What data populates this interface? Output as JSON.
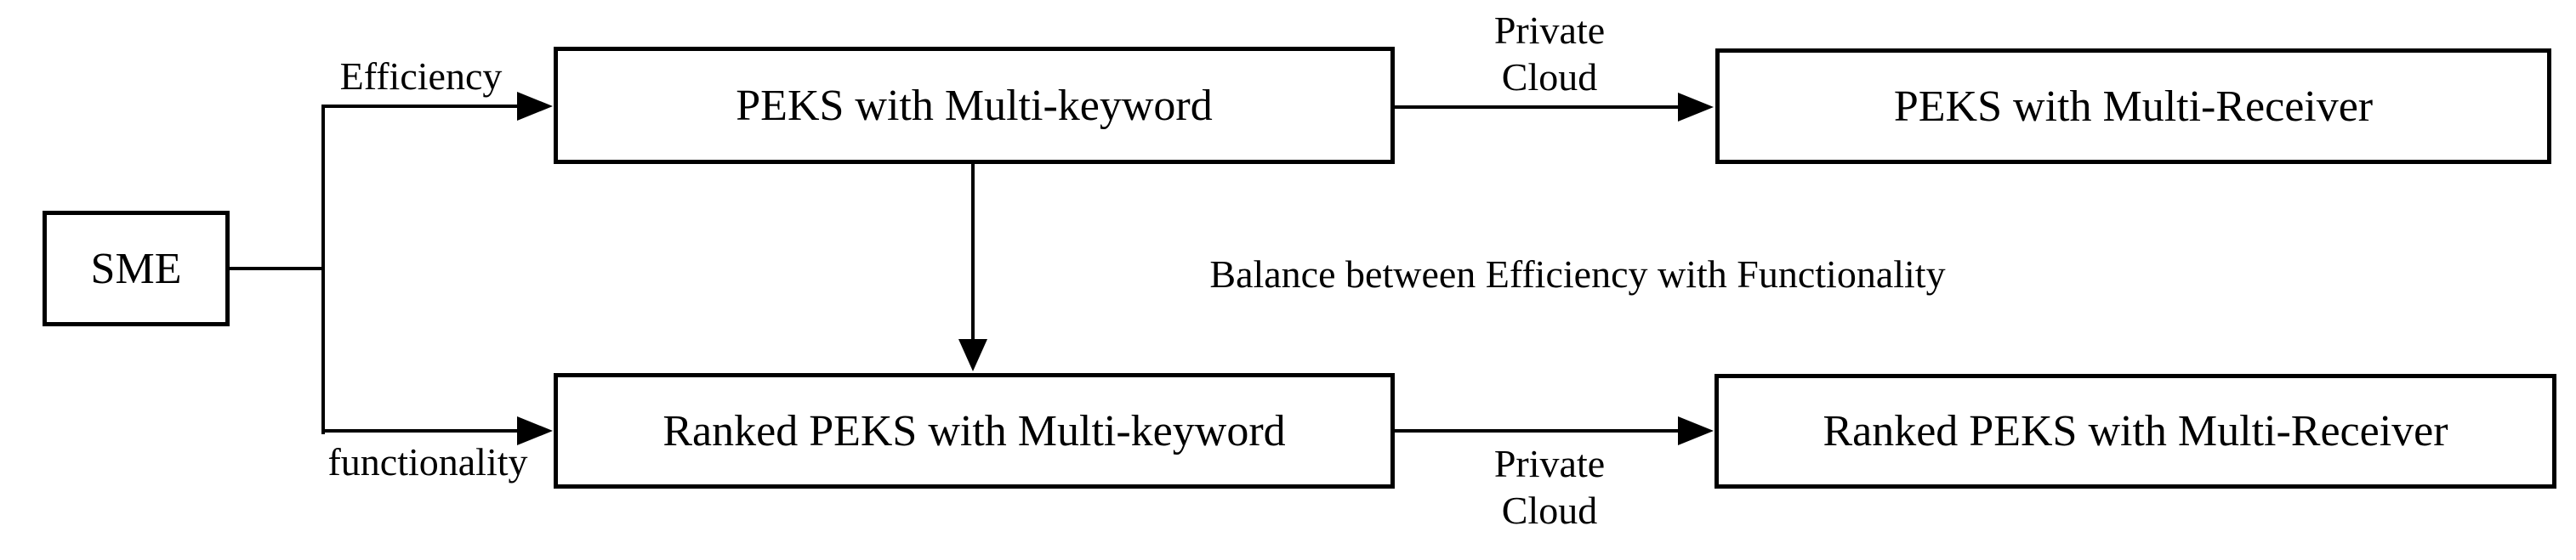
{
  "diagram": {
    "title": "PEKS scheme evolution flow for SME",
    "colors": {
      "stroke": "#000000",
      "background": "#ffffff"
    },
    "nodes": {
      "sme": "SME",
      "peks_multi_keyword": "PEKS with Multi-keyword",
      "peks_multi_receiver": "PEKS with Multi-Receiver",
      "ranked_peks_multi_keyword": "Ranked PEKS with Multi-keyword",
      "ranked_peks_multi_receiver": "Ranked PEKS with Multi-Receiver"
    },
    "edge_labels": {
      "efficiency": "Efficiency",
      "functionality": "functionality",
      "balance": "Balance between Efficiency with Functionality",
      "private_cloud_top": {
        "line1": "Private",
        "line2": "Cloud"
      },
      "private_cloud_bottom": {
        "line1": "Private",
        "line2": "Cloud"
      }
    }
  }
}
